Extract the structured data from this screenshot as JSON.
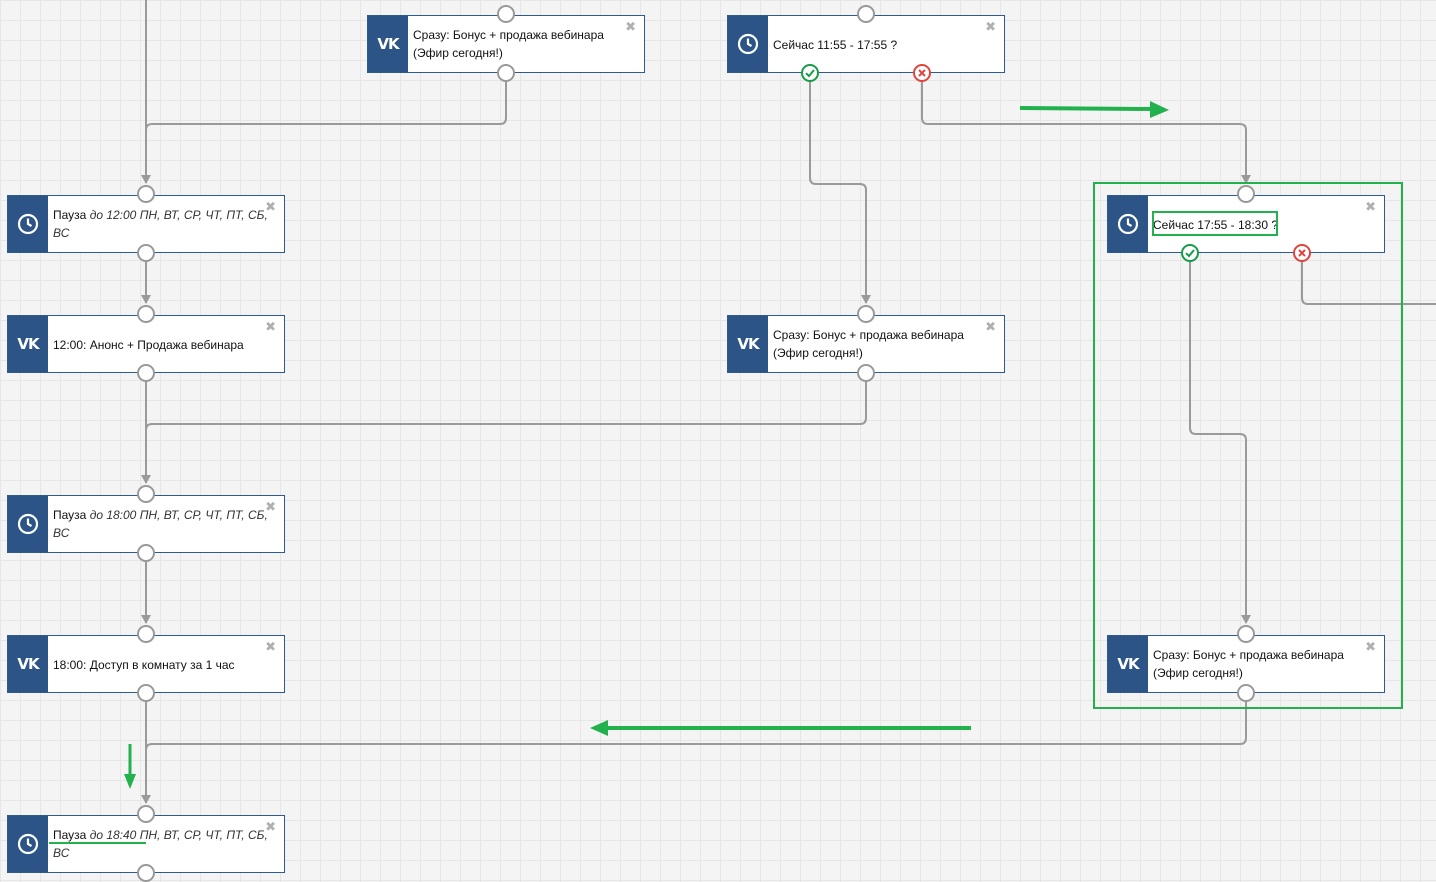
{
  "nodes": {
    "msg_top": {
      "line1": "Сразу: Бонус + продажа вебинара",
      "line2": "(Эфир сегодня!)"
    },
    "cond_1": {
      "label": "Сейчас 11:55 - 17:55 ?"
    },
    "pause_1": {
      "bold": "Пауза",
      "italic": "до 12:00 ПН, ВТ, СР, ЧТ, ПТ, СБ,",
      "line2": "ВС"
    },
    "msg_1200": {
      "label": "12:00: Анонс + Продажа вебинара"
    },
    "msg_mid": {
      "line1": "Сразу: Бонус + продажа вебинара",
      "line2": "(Эфир сегодня!)"
    },
    "pause_2": {
      "bold": "Пауза",
      "italic": "до 18:00 ПН, ВТ, СР, ЧТ, ПТ, СБ,",
      "line2": "ВС"
    },
    "msg_1800": {
      "label": "18:00: Доступ в комнату за 1 час"
    },
    "cond_2": {
      "label": "Сейчас 17:55 - 18:30 ?"
    },
    "msg_right": {
      "line1": "Сразу: Бонус + продажа вебинара",
      "line2": "(Эфир сегодня!)"
    },
    "pause_3": {
      "bold": "Пауза",
      "italic": "до 18:40 ПН, ВТ, СР, ЧТ, ПТ, СБ,",
      "line2": "ВС"
    }
  },
  "icons": {
    "vk": "vk-logo-icon",
    "clock": "clock-icon",
    "close": "close-icon",
    "yes": "check-icon",
    "no": "cross-icon"
  },
  "colors": {
    "node_icon_bg": "#2c5487",
    "wire": "#9a9a9a",
    "annotation": "#22b14c",
    "yes": "#1a9b4a",
    "no": "#e0443f"
  }
}
